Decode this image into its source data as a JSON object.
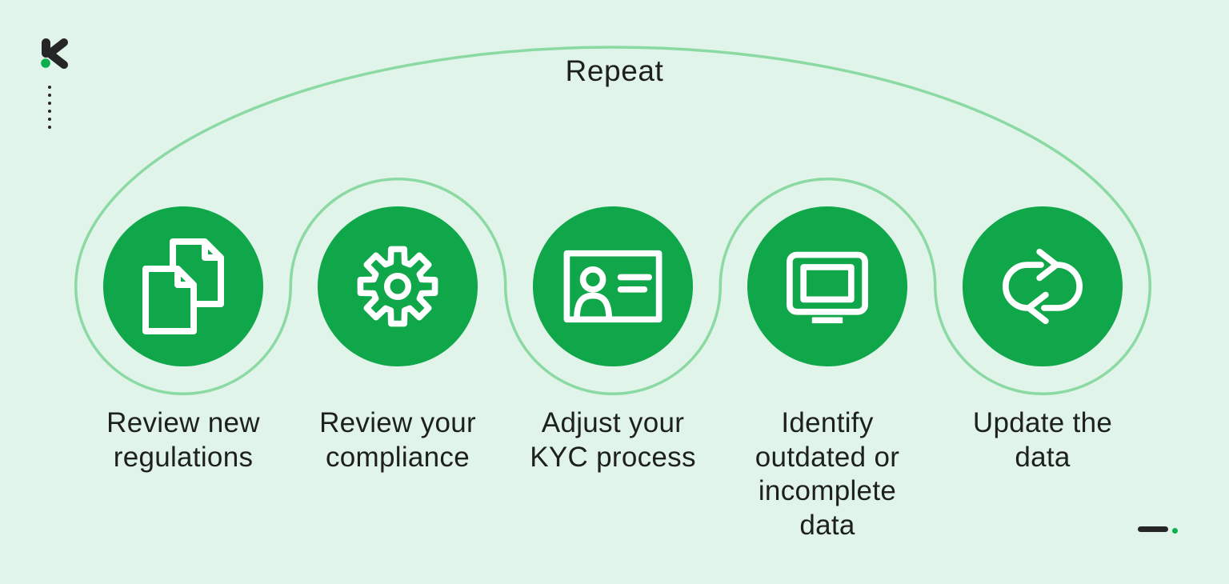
{
  "title": "Repeat",
  "steps": [
    {
      "id": 1,
      "label": "Review new\nregulations",
      "icon": "documents-icon"
    },
    {
      "id": 2,
      "label": "Review your\ncompliance",
      "icon": "gear-icon"
    },
    {
      "id": 3,
      "label": "Adjust your\nKYC process",
      "icon": "id-card-icon"
    },
    {
      "id": 4,
      "label": "Identify\noutdated or\nincomplete\ndata",
      "icon": "monitor-icon"
    },
    {
      "id": 5,
      "label": "Update the\ndata",
      "icon": "repeat-loop-icon"
    }
  ],
  "colors": {
    "background": "#E1F4E9",
    "circle_green": "#0FA74A",
    "curve_green": "#8BD9A3",
    "text_ink": "#1D201D",
    "logo_dark": "#262626",
    "accent_green": "#0CAF4D"
  }
}
